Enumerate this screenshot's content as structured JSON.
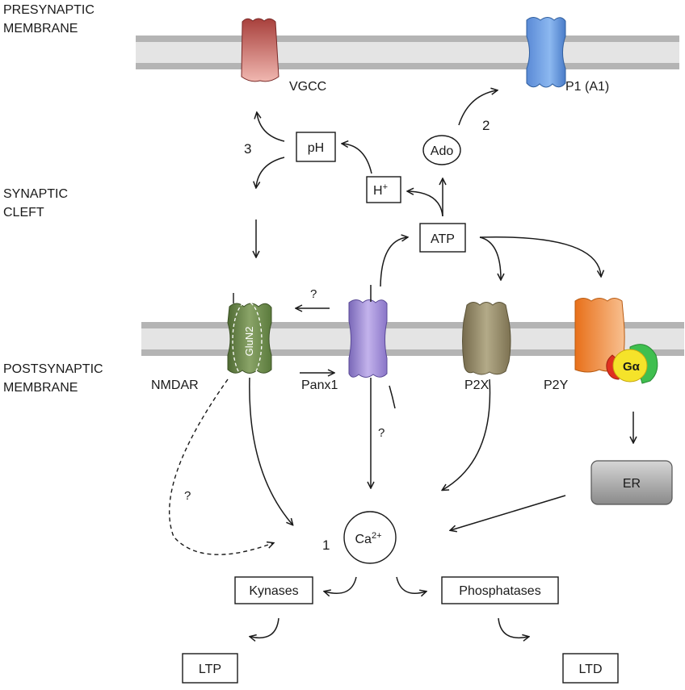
{
  "regions": {
    "presynaptic": [
      "PRESYNAPTIC",
      "MEMBRANE"
    ],
    "cleft": [
      "SYNAPTIC",
      "CLEFT"
    ],
    "postsynaptic": [
      "POSTSYNAPTIC",
      "MEMBRANE"
    ]
  },
  "channels": {
    "vgcc": "VGCC",
    "p1": "P1 (A1)",
    "nmdar": "NMDAR",
    "glun2": "GluN2",
    "panx1": "Panx1",
    "p2x": "P2X",
    "p2y": "P2Y",
    "galpha": "Gα"
  },
  "boxes": {
    "ph": "pH",
    "h": "H",
    "h_sup": "+",
    "ado": "Ado",
    "atp": "ATP",
    "er": "ER",
    "ca": "Ca",
    "ca_sup": "2+",
    "kinases": "Kynases",
    "phosphatases": "Phosphatases",
    "ltp": "LTP",
    "ltd": "LTD"
  },
  "numbers": {
    "n1": "1",
    "n2": "2",
    "n3": "3"
  },
  "question": "?",
  "colors": {
    "vgcc": "#c0504d",
    "p1": "#5b8fd9",
    "nmdar": "#6b8448",
    "panx1": "#9d86d0",
    "p2x": "#8e8466",
    "p2y": "#ef8a2e",
    "galpha": "#f5e32a",
    "er": "#8a8a8a",
    "membrane": "#d9d9d9"
  }
}
